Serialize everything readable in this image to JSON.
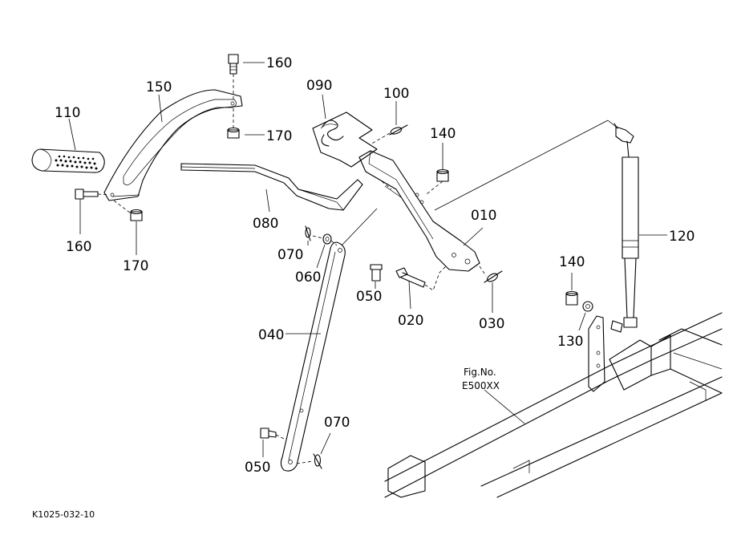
{
  "callouts": {
    "c160a": "160",
    "c150": "150",
    "c110": "110",
    "c170a": "170",
    "c090": "090",
    "c100": "100",
    "c140a": "140",
    "c160b": "160",
    "c170b": "170",
    "c080": "080",
    "c010": "010",
    "c120": "120",
    "c070a": "070",
    "c060": "060",
    "c050a": "050",
    "c020": "020",
    "c030": "030",
    "c140b": "140",
    "c130": "130",
    "c040": "040",
    "c070b": "070",
    "c050b": "050"
  },
  "figure_ref": {
    "line1": "Fig.No.",
    "line2": "E500XX"
  },
  "footer_code": "K1025-032-10"
}
